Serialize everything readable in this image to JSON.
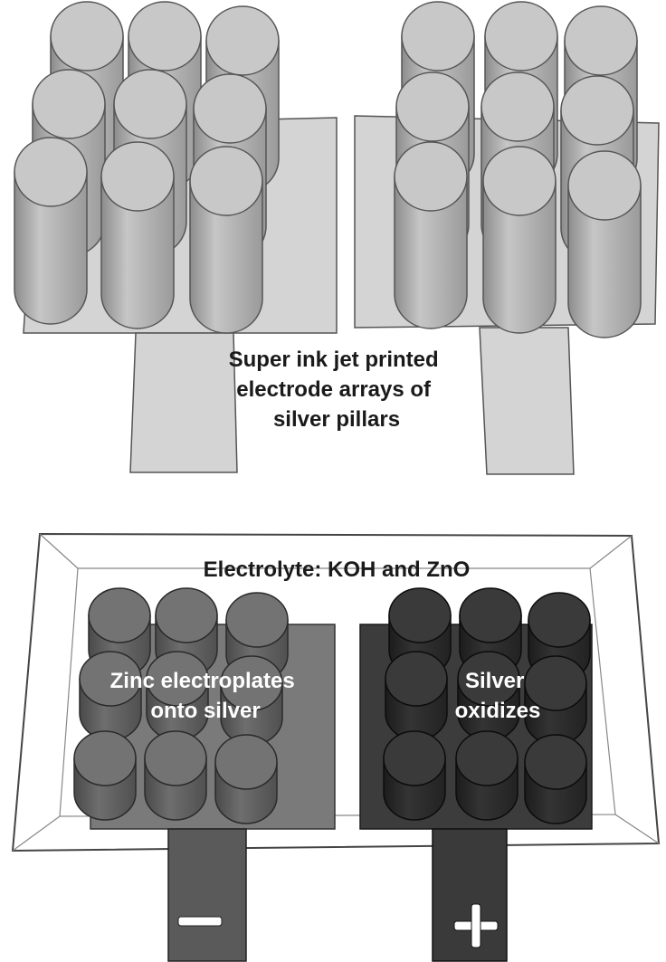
{
  "labels": {
    "top_caption": [
      "Super ink jet printed",
      "electrode arrays of",
      "silver pillars"
    ],
    "electrolyte": "Electrolyte: KOH and ZnO",
    "zinc_electrode": [
      "Zinc electroplates",
      "onto silver"
    ],
    "silver_electrode": [
      "Silver",
      "oxidizes"
    ]
  },
  "terminals": {
    "negative": "minus-symbol",
    "positive": "plus-symbol"
  },
  "colors": {
    "pillar_top": "#c8c8c8",
    "pillar_body": "#b4b4b4",
    "zinc_pillar": "#6e6e6e",
    "silver_oxide_pillar": "#323232",
    "substrate_light": "#d4d4d4",
    "substrate_zinc": "#7a7a7a",
    "substrate_oxide": "#3c3c3c"
  },
  "icons": [
    "pillar-array-icon",
    "minus-icon",
    "plus-icon"
  ]
}
